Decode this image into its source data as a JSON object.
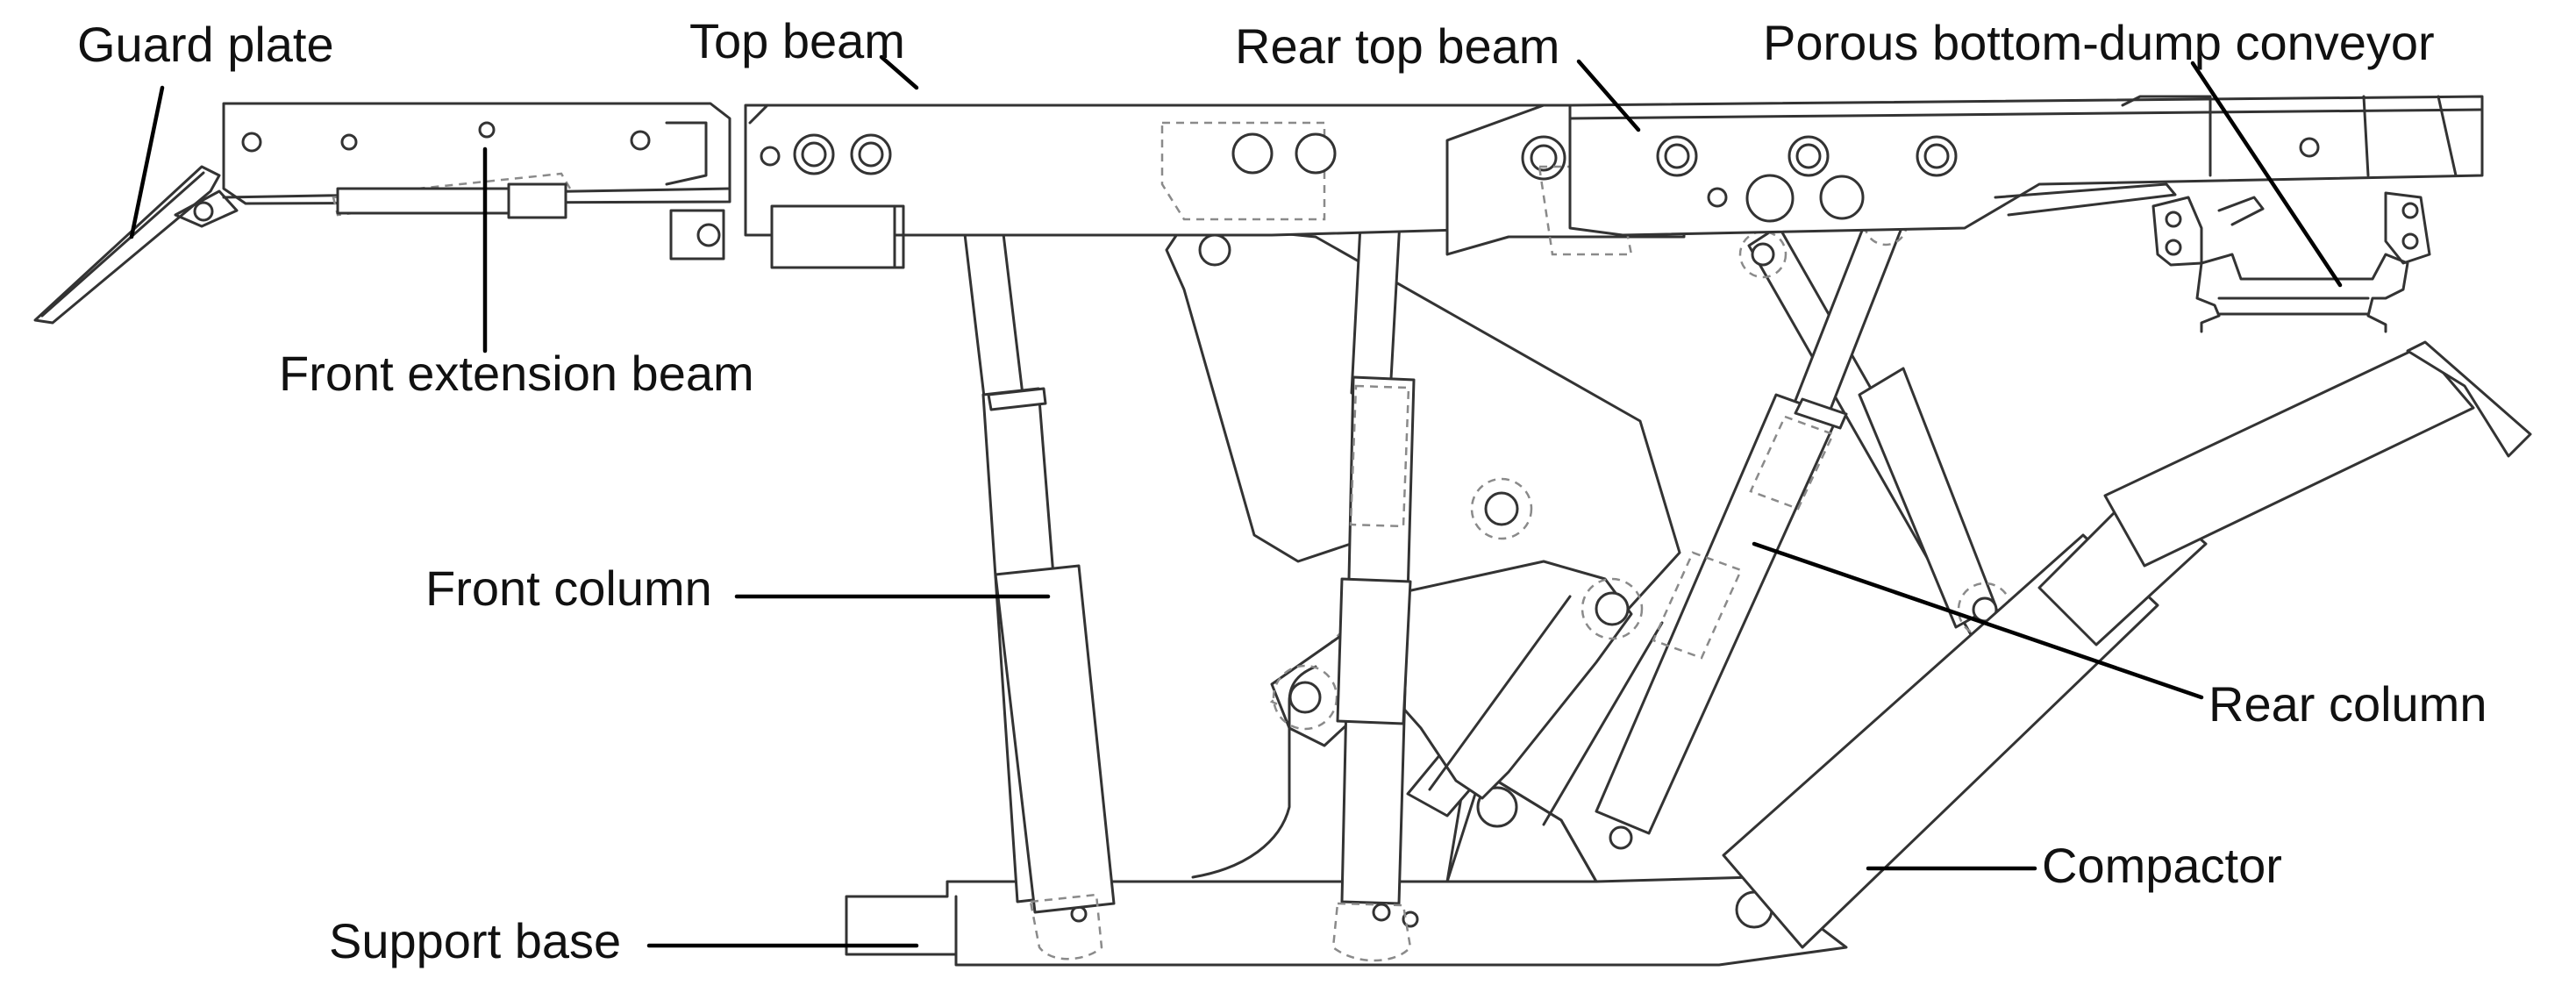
{
  "labels": {
    "guard_plate": "Guard plate",
    "top_beam": "Top beam",
    "rear_top_beam": "Rear top beam",
    "porous_conveyor": "Porous bottom-dump conveyor",
    "front_extension_beam": "Front extension beam",
    "front_column": "Front column",
    "rear_column": "Rear column",
    "compactor": "Compactor",
    "support_base": "Support base"
  },
  "colors": {
    "line": "#333333",
    "dashed": "#8a8a8a",
    "leader": "#000000",
    "text": "#111111",
    "background": "#ffffff"
  }
}
